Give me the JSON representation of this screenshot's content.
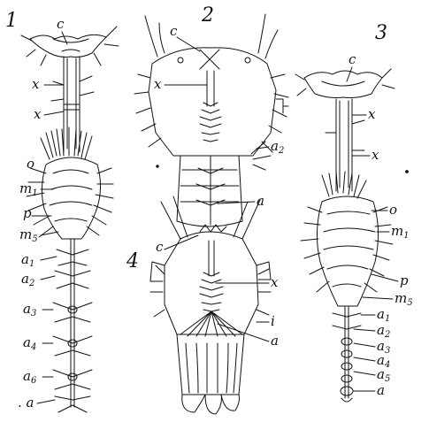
{
  "figure_numbers": [
    "1",
    "2",
    "3",
    "4"
  ],
  "figure1": {
    "labels": [
      {
        "id": "c",
        "base": "c"
      },
      {
        "id": "x1",
        "base": "x"
      },
      {
        "id": "x2",
        "base": "x"
      },
      {
        "id": "o",
        "base": "o"
      },
      {
        "id": "m1",
        "base": "m",
        "sub": "1"
      },
      {
        "id": "p",
        "base": "p"
      },
      {
        "id": "m5",
        "base": "m",
        "sub": "5"
      },
      {
        "id": "a1",
        "base": "a",
        "sub": "1"
      },
      {
        "id": "a2",
        "base": "a",
        "sub": "2"
      },
      {
        "id": "a3",
        "base": "a",
        "sub": "3"
      },
      {
        "id": "a4",
        "base": "a",
        "sub": "4"
      },
      {
        "id": "a6",
        "base": "a",
        "sub": "6"
      },
      {
        "id": "a",
        "base": ". a"
      }
    ]
  },
  "figure2": {
    "labels": [
      {
        "id": "c",
        "base": "c"
      },
      {
        "id": "x",
        "base": "x"
      },
      {
        "id": "a2",
        "base": "a",
        "sub": "2"
      },
      {
        "id": "a",
        "base": "a"
      }
    ]
  },
  "figure3": {
    "labels": [
      {
        "id": "c",
        "base": "c"
      },
      {
        "id": "x1",
        "base": "x"
      },
      {
        "id": "x2",
        "base": "x"
      },
      {
        "id": "o",
        "base": "o"
      },
      {
        "id": "m1",
        "base": "m",
        "sub": "1"
      },
      {
        "id": "p",
        "base": "p"
      },
      {
        "id": "m5",
        "base": "m",
        "sub": "5"
      },
      {
        "id": "a1",
        "base": "a",
        "sub": "1"
      },
      {
        "id": "a2",
        "base": "a",
        "sub": "2"
      },
      {
        "id": "a3",
        "base": "a",
        "sub": "3"
      },
      {
        "id": "a4",
        "base": "a",
        "sub": "4"
      },
      {
        "id": "a5",
        "base": "a",
        "sub": "5"
      },
      {
        "id": "a",
        "base": "a"
      }
    ]
  },
  "figure4": {
    "labels": [
      {
        "id": "c",
        "base": "c"
      },
      {
        "id": "x",
        "base": "x"
      },
      {
        "id": "i",
        "base": "i"
      },
      {
        "id": "a",
        "base": "a"
      }
    ]
  }
}
